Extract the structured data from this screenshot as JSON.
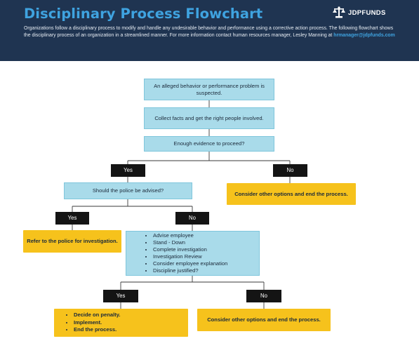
{
  "header": {
    "title": "Disciplinary Process Flowchart",
    "logo_text": "JDPFUNDS",
    "logo_icon": "scales-logo-icon",
    "intro_text": "Organizations follow a disciplinary process to modify and handle any undesirable behavior and performance using a corrective action process. The following flowchart shows the disciplinary process of an organization in a streamlined manner. For more information contact human resources manager, Lesley Manning at ",
    "email": "hrmanager@jdpfunds.com"
  },
  "flow": {
    "step1": "An alleged behavior or performance problem is suspected.",
    "step2": "Collect facts and get the right people involved.",
    "question1": "Enough evidence to proceed?",
    "yes1": "Yes",
    "no1": "No",
    "outcome_no1": "Consider other options and end the process.",
    "question2": "Should the police be advised?",
    "yes2": "Yes",
    "no2": "No",
    "outcome_yes2": "Refer to the police for investigation.",
    "actions": [
      "Advise employee",
      "Stand - Down",
      "Complete investigation",
      "Investigation Review",
      "Consider employee explanation",
      "Discipline justified?"
    ],
    "yes3": "Yes",
    "no3": "No",
    "outcome_yes3": [
      "Decide on penalty.",
      "Implement.",
      "End the process."
    ],
    "outcome_no3": "Consider other options and end the process."
  },
  "colors": {
    "header_bg": "#1f3451",
    "title": "#3fa3e0",
    "process_box": "#a9dbea",
    "outcome_box": "#f6c21c",
    "decision_label": "#141414"
  }
}
